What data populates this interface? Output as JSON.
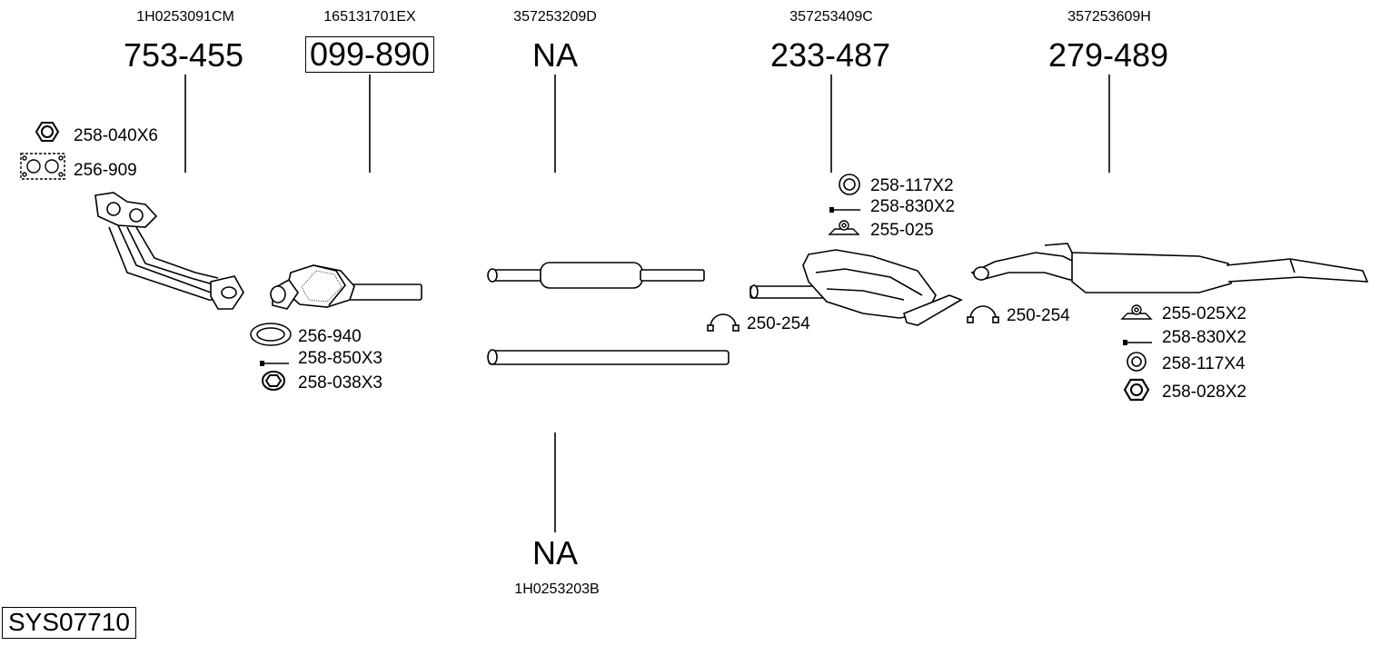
{
  "system_id": "SYS07710",
  "parts": [
    {
      "oem": "1H0253091CM",
      "part_no": "753-455",
      "boxed": false
    },
    {
      "oem": "165131701EX",
      "part_no": "099-890",
      "boxed": true
    },
    {
      "oem": "357253209D",
      "part_no": "NA",
      "boxed": false
    },
    {
      "oem": "357253409C",
      "part_no": "233-487",
      "boxed": false
    },
    {
      "oem": "357253609H",
      "part_no": "279-489",
      "boxed": false
    },
    {
      "oem": "1H0253203B",
      "part_no": "NA",
      "boxed": false
    }
  ],
  "accessories": [
    {
      "code": "258-040X6",
      "icon": "hex-nut-icon"
    },
    {
      "code": "256-909",
      "icon": "flange-gasket-icon"
    },
    {
      "code": "256-940",
      "icon": "ring-gasket-icon"
    },
    {
      "code": "258-850X3",
      "icon": "bolt-icon"
    },
    {
      "code": "258-038X3",
      "icon": "flange-nut-icon"
    },
    {
      "code": "258-117X2",
      "icon": "washer-icon"
    },
    {
      "code": "258-830X2",
      "icon": "bolt-icon"
    },
    {
      "code": "255-025",
      "icon": "rubber-mount-icon"
    },
    {
      "code": "250-254",
      "icon": "clamp-icon"
    },
    {
      "code": "250-254",
      "icon": "clamp-icon"
    },
    {
      "code": "255-025X2",
      "icon": "rubber-mount-icon"
    },
    {
      "code": "258-830X2",
      "icon": "bolt-icon"
    },
    {
      "code": "258-117X4",
      "icon": "washer-icon"
    },
    {
      "code": "258-028X2",
      "icon": "hex-nut-icon"
    }
  ]
}
